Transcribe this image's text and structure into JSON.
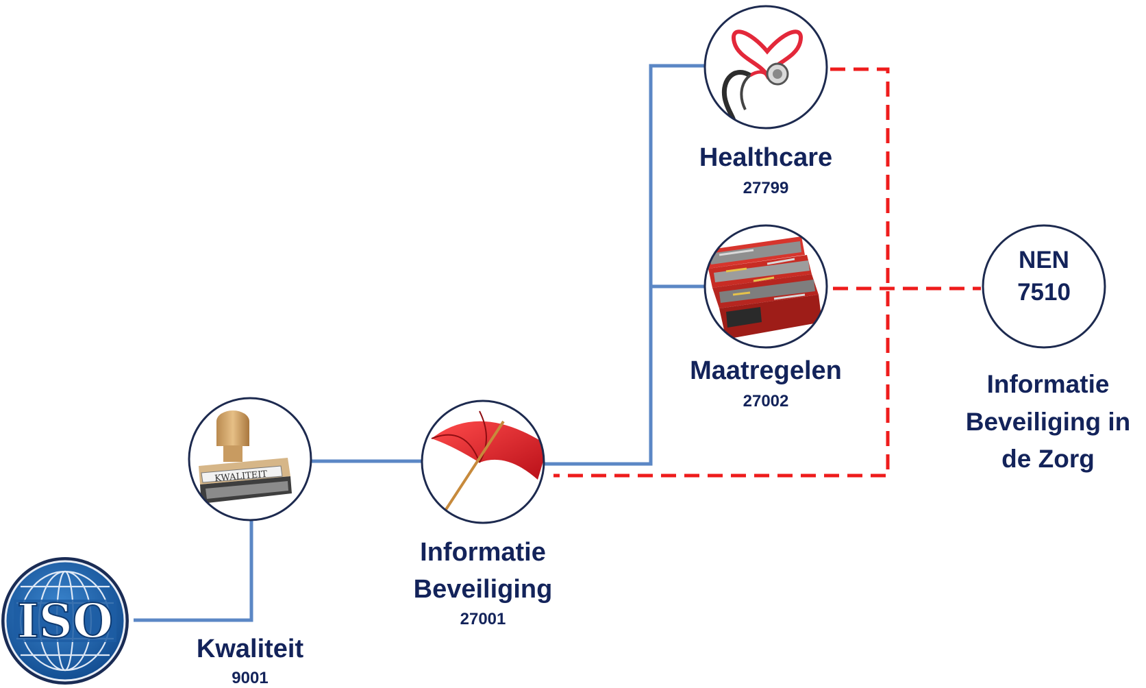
{
  "nodes": {
    "iso": {
      "logo_text": "ISO",
      "icon": "iso-globe-logo",
      "color": "#1b5fa6"
    },
    "kwaliteit": {
      "name": "Kwaliteit",
      "code": "9001",
      "icon": "rubber-stamp",
      "stamp_text": "KWALITEIT"
    },
    "informatie": {
      "name_line1": "Informatie",
      "name_line2": "Beveiliging",
      "code": "27001",
      "icon": "umbrella"
    },
    "maatregelen": {
      "name": "Maatregelen",
      "code": "27002",
      "icon": "toolbox"
    },
    "healthcare": {
      "name": "Healthcare",
      "code": "27799",
      "icon": "stethoscope-heart"
    },
    "nen": {
      "line1": "NEN",
      "line2": "7510",
      "caption_line1": "Informatie",
      "caption_line2": "Beveiliging in",
      "caption_line3": "de Zorg"
    }
  },
  "colors": {
    "text": "#13235a",
    "solid_connector": "#5b87c5",
    "dashed_connector": "#ee1c1c",
    "circle_border": "#1d2a4f"
  }
}
